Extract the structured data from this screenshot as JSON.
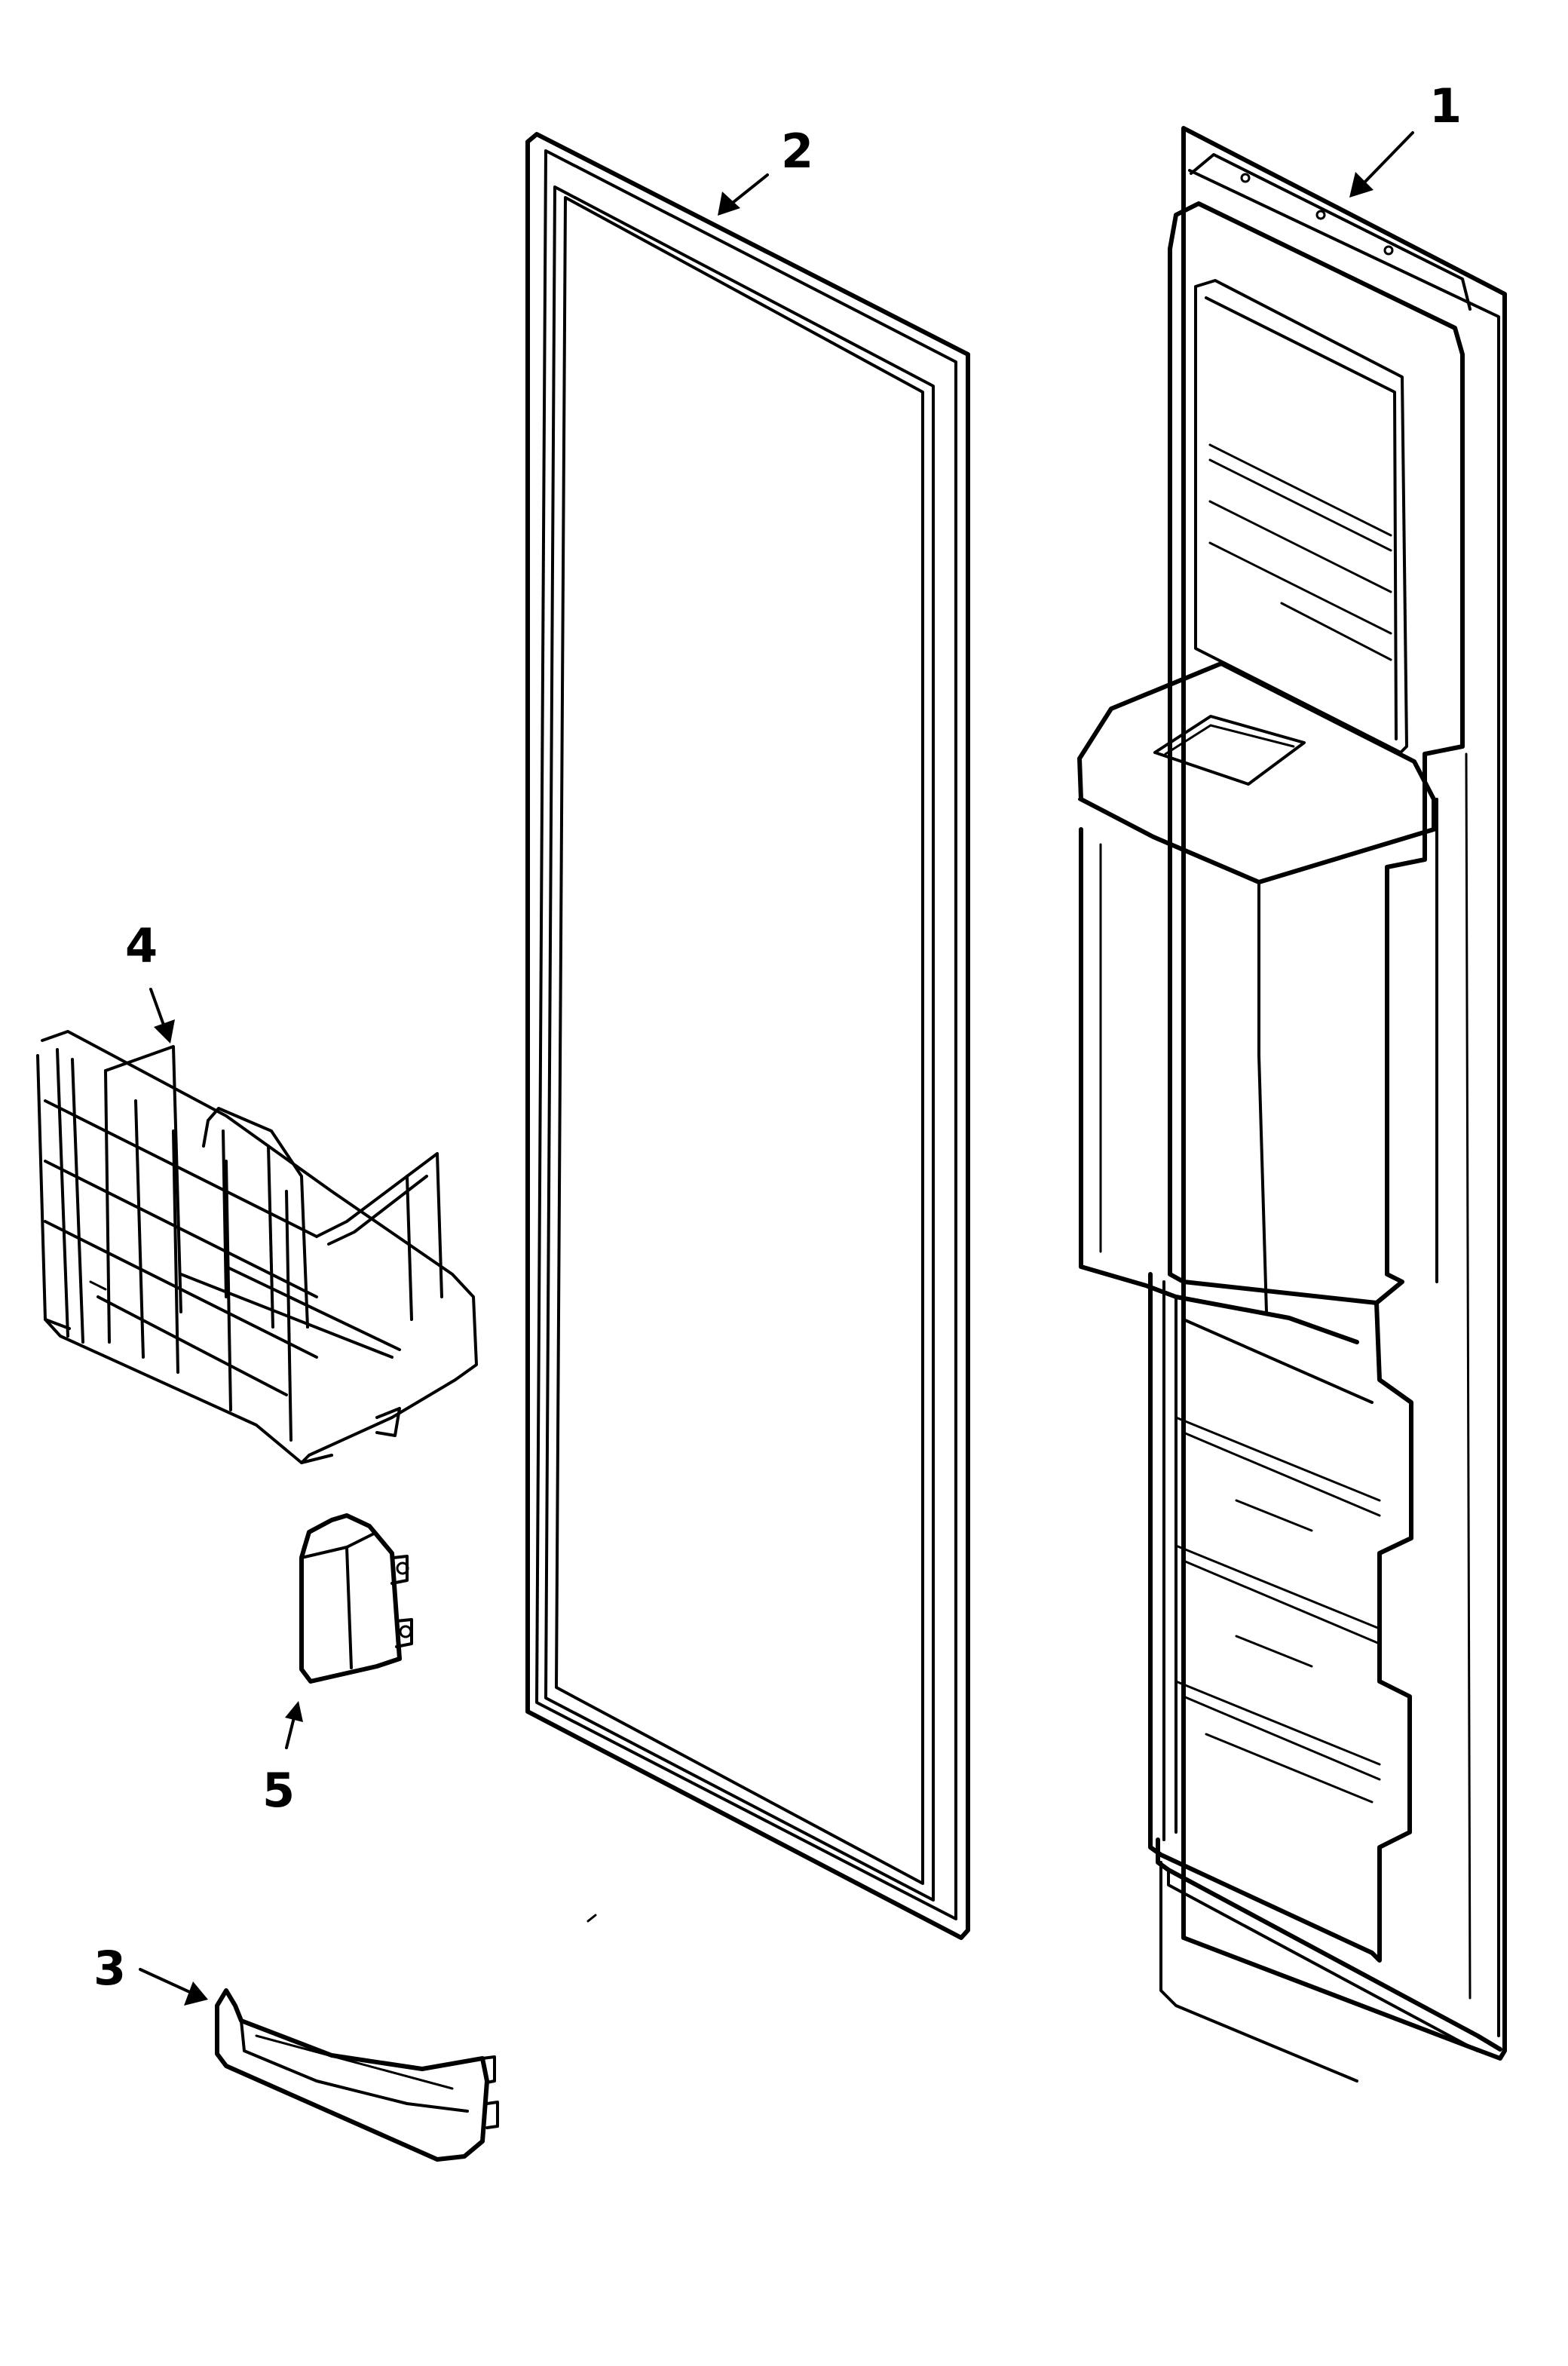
{
  "callouts": {
    "part_1": "1",
    "part_2": "2",
    "part_3": "3",
    "part_4": "4",
    "part_5": "5"
  },
  "colors": {
    "line": "#000000",
    "background": "#ffffff"
  }
}
